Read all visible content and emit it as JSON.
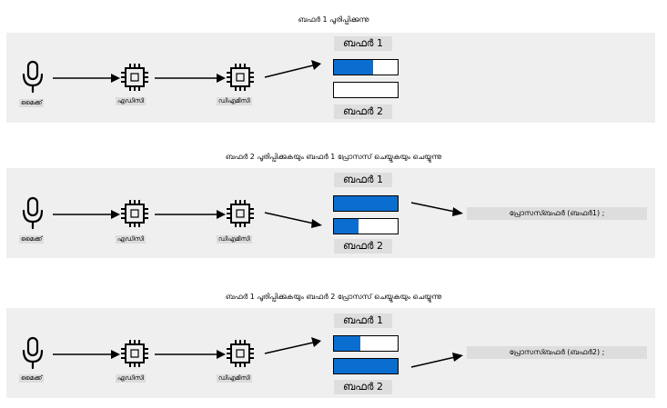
{
  "scenes": [
    {
      "caption": "ബഫര്‍ 1 പൂരിപ്പിക്കുന്നു",
      "mic_label": "മൈക്ക്",
      "adc_label": "എഡിസി",
      "dma_label": "ഡിഎമിസി",
      "buffer1_label": "ബഫര്‍ 1",
      "buffer2_label": "ബഫര്‍ 2",
      "buffer1_fill": 0.62,
      "buffer2_fill": 0.0,
      "process_label": ""
    },
    {
      "caption": "ബഫര്‍ 2 പൂരിപ്പിക്കുകയും ബഫര്‍ 1 പ്രോസസ് ചെയ്യുകയും ചെയ്യുന്നു",
      "mic_label": "മൈക്ക്",
      "adc_label": "എഡിസി",
      "dma_label": "ഡിഎമിസി",
      "buffer1_label": "ബഫര്‍ 1",
      "buffer2_label": "ബഫര്‍ 2",
      "buffer1_fill": 1.0,
      "buffer2_fill": 0.38,
      "process_label": "പ്രോസസ്ബഫര്‍ (ബഫര്‍1) ;"
    },
    {
      "caption": "ബഫര്‍ 1 പൂരിപ്പിക്കുകയും ബഫര്‍ 2 പ്രോസസ് ചെയ്യുകയും ചെയ്യുന്നു",
      "mic_label": "മൈക്ക്",
      "adc_label": "എഡിസി",
      "dma_label": "ഡിഎമിസി",
      "buffer1_label": "ബഫര്‍ 1",
      "buffer2_label": "ബഫര്‍ 2",
      "buffer1_fill": 0.42,
      "buffer2_fill": 1.0,
      "process_label": "പ്രോസസ്ബഫര്‍ (ബഫര്‍2) ;"
    }
  ],
  "colors": {
    "buffer_fill": "#0a6ed1",
    "panel_bg": "#efefef"
  },
  "icons": [
    "microphone-icon",
    "chip-icon"
  ]
}
